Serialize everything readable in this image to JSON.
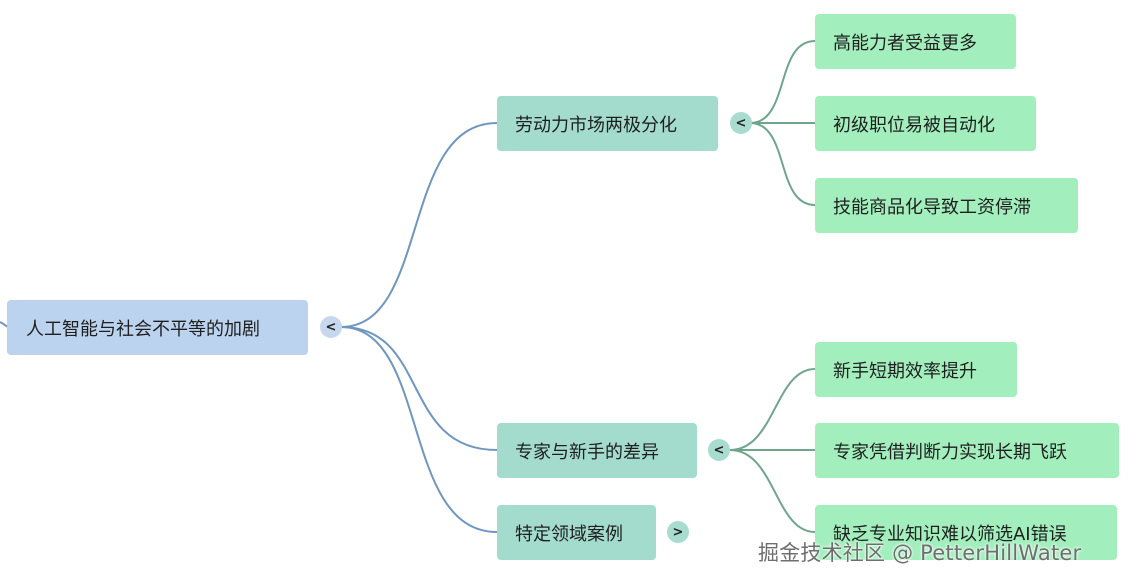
{
  "mindmap": {
    "root": {
      "label": "人工智能与社会不平等的加剧",
      "toggle": "<"
    },
    "branches": [
      {
        "label": "劳动力市场两极分化",
        "toggle": "<",
        "children": [
          "高能力者受益更多",
          "初级职位易被自动化",
          "技能商品化导致工资停滞"
        ]
      },
      {
        "label": "专家与新手的差异",
        "toggle": "<",
        "children": [
          "新手短期效率提升",
          "专家凭借判断力实现长期飞跃",
          "缺乏专业知识难以筛选AI错误"
        ]
      },
      {
        "label": "特定领域案例",
        "toggle": ">"
      }
    ]
  },
  "watermark": "掘金技术社区 @ PetterHillWater",
  "colors": {
    "root_fill": "#bcd3ef",
    "branch_fill": "#a3dccd",
    "leaf_fill": "#a2efbd",
    "root_edge": "#6f96bf",
    "branch_edge": "#6fa58d"
  }
}
